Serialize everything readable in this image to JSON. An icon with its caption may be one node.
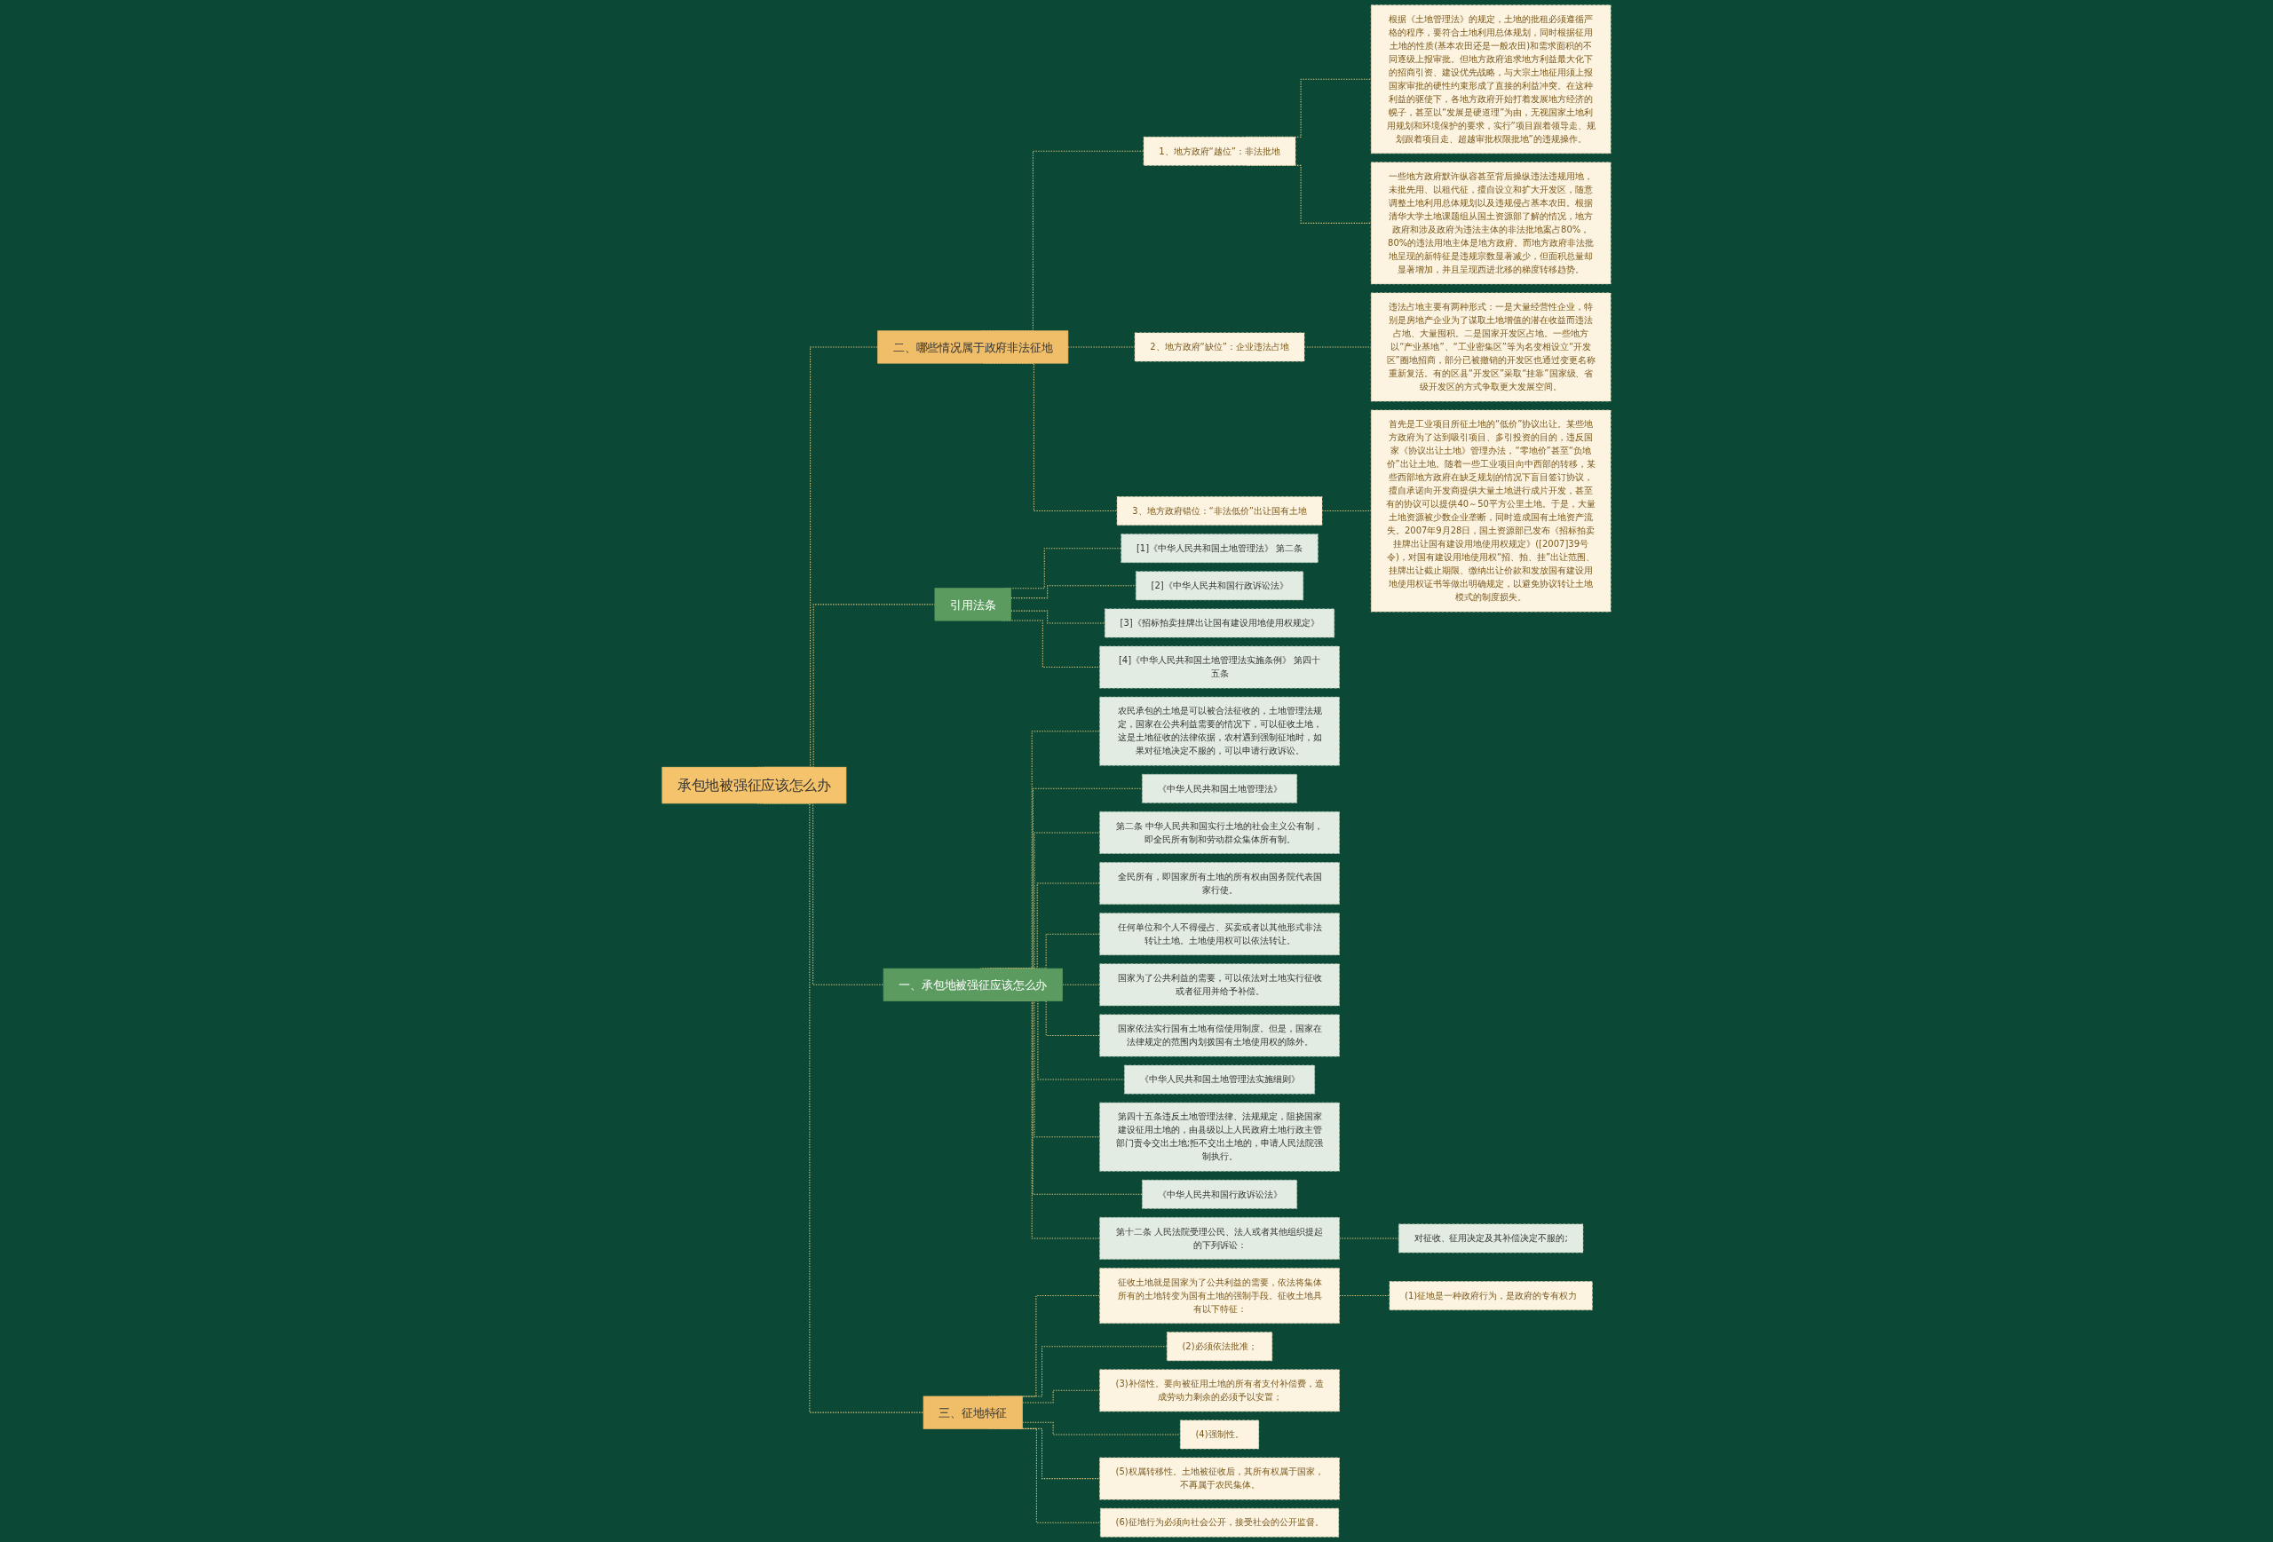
{
  "diagram": {
    "nodes": [
      {
        "text": [
          "承包地被强征应该怎么办"
        ]
      },
      {
        "text": [
          "二、哪些情况属于政府非法征地"
        ]
      },
      {
        "text": [
          "1、地方政府“越位”：非法批地"
        ]
      },
      {
        "text": [
          "根据《土地管理法》的规定，土地的批租必须遵循严格的程序，要符合土地利用总体规划，同时根据征用土地的性质(基本农田还是一般农田)和需求面积的不同逐级上报审批。但地方政府追求地方利益最大化下的招商引资、建设优先战略，与大宗土地征用须上报国家审批的硬性约束形成了直接的利益冲突。在这种利益的驱使下，各地方政府开始打着发展地方经济的幌子，甚至以“发展是硬道理”为由，无视国家土地利用规划和环境保护的要求，实行“项目跟着领导走、规划跟着项目走、超越审批权限批地”的违规操作。"
        ]
      },
      {
        "text": [
          "一些地方政府默许纵容甚至背后操纵违法违规用地，未批先用、以租代征，擅自设立和扩大开发区，随意调整土地利用总体规划以及违规侵占基本农田。根据清华大学土地课题组从国土资源部了解的情况，地方政府和涉及政府为违法主体的非法批地案占80%，80%的违法用地主体是地方政府。而地方政府非法批地呈现的新特征是违规宗数显著减少，但面积总量却显著增加，并且呈现西进北移的梯度转移趋势。"
        ]
      },
      {
        "text": [
          "2、地方政府“缺位”：企业违法占地"
        ]
      },
      {
        "text": [
          "违法占地主要有两种形式：一是大量经营性企业，特别是房地产企业为了谋取土地增值的潜在收益而违法占地、大量囤积。二是国家开发区占地。一些地方以“产业基地”、“工业密集区”等为名变相设立“开发区”圈地招商，部分已被撤销的开发区也通过变更名称重新复活。有的区县“开发区”采取“挂靠”国家级、省级开发区的方式争取更大发展空间。"
        ]
      },
      {
        "text": [
          "3、地方政府错位：“非法低价”出让国有土地"
        ]
      },
      {
        "text": [
          "首先是工业项目所征土地的“低价”协议出让。某些地方政府为了达到吸引项目、多引投资的目的，违反国家《协议出让土地》管理办法，“零地价”甚至“负地价”出让土地。随着一些工业项目向中西部的转移，某些西部地方政府在缺乏规划的情况下盲目签订协议，擅自承诺向开发商提供大量土地进行成片开发，甚至有的协议可以提供40～50平方公里土地。于是，大量土地资源被少数企业垄断，同时造成国有土地资产流失。2007年9月28日，国土资源部已发布《招标拍卖挂牌出让国有建设用地使用权规定》([2007]39号令)，对国有建设用地使用权“招、拍、挂”出让范围、挂牌出让截止期限、缴纳出让价款和发放国有建设用地使用权证书等做出明确规定，以避免协议转让土地模式的制度损失。"
        ]
      },
      {
        "text": [
          "引用法条"
        ]
      },
      {
        "text": [
          "[1]《中华人民共和国土地管理法》 第二条"
        ]
      },
      {
        "text": [
          "[2]《中华人民共和国行政诉讼法》"
        ]
      },
      {
        "text": [
          "[3]《招标拍卖挂牌出让国有建设用地使用权规定》"
        ]
      },
      {
        "text": [
          "[4]《中华人民共和国土地管理法实施条例》 第四十五条"
        ]
      },
      {
        "text": [
          "一、承包地被强征应该怎么办"
        ]
      },
      {
        "text": [
          "农民承包的土地是可以被合法征收的，土地管理法规定，国家在公共利益需要的情况下，可以征收土地，这是土地征收的法律依据，农村遇到强制征地时，如果对征地决定不服的，可以申请行政诉讼。"
        ]
      },
      {
        "text": [
          "《中华人民共和国土地管理法》"
        ]
      },
      {
        "text": [
          "第二条 中华人民共和国实行土地的社会主义公有制，即全民所有制和劳动群众集体所有制。"
        ]
      },
      {
        "text": [
          "全民所有，即国家所有土地的所有权由国务院代表国家行使。"
        ]
      },
      {
        "text": [
          "任何单位和个人不得侵占、买卖或者以其他形式非法转让土地。土地使用权可以依法转让。"
        ]
      },
      {
        "text": [
          "国家为了公共利益的需要，可以依法对土地实行征收或者征用并给予补偿。"
        ]
      },
      {
        "text": [
          "国家依法实行国有土地有偿使用制度。但是，国家在法律规定的范围内划拨国有土地使用权的除外。"
        ]
      },
      {
        "text": [
          "《中华人民共和国土地管理法实施细则》"
        ]
      },
      {
        "text": [
          "第四十五条违反土地管理法律、法规规定，阻挠国家建设征用土地的，由县级以上人民政府土地行政主管部门责令交出土地;拒不交出土地的，申请人民法院强制执行。"
        ]
      },
      {
        "text": [
          "《中华人民共和国行政诉讼法》"
        ]
      },
      {
        "text": [
          "第十二条 人民法院受理公民、法人或者其他组织提起的下列诉讼："
        ]
      },
      {
        "text": [
          "对征收、征用决定及其补偿决定不服的;"
        ]
      },
      {
        "text": [
          "三、征地特征"
        ]
      },
      {
        "text": [
          "征收土地就是国家为了公共利益的需要，依法将集体所有的土地转变为国有土地的强制手段。征收土地具有以下特征："
        ]
      },
      {
        "text": [
          "(1)征地是一种政府行为，是政府的专有权力"
        ]
      },
      {
        "text": [
          "(2)必须依法批准；"
        ]
      },
      {
        "text": [
          "(3)补偿性。要向被征用土地的所有者支付补偿费，造成劳动力剩余的必须予以安置；"
        ]
      },
      {
        "text": [
          "(4)强制性。"
        ]
      },
      {
        "text": [
          "(5)权属转移性。土地被征收后，其所有权属于国家，不再属于农民集体。"
        ]
      },
      {
        "text": [
          "(6)征地行为必须向社会公开，接受社会的公开监督。"
        ]
      }
    ],
    "edges": [
      {
        "from": 0,
        "to": 1,
        "arrow": "none",
        "style": "dashed"
      },
      {
        "from": 1,
        "to": 2,
        "arrow": "none",
        "style": "dashed"
      },
      {
        "from": 2,
        "to": 3,
        "arrow": "none",
        "style": "dashed"
      },
      {
        "from": 2,
        "to": 4,
        "arrow": "none",
        "style": "dashed"
      },
      {
        "from": 1,
        "to": 5,
        "arrow": "none",
        "style": "dashed"
      },
      {
        "from": 5,
        "to": 6,
        "arrow": "none",
        "style": "dashed"
      },
      {
        "from": 1,
        "to": 7,
        "arrow": "none",
        "style": "dashed"
      },
      {
        "from": 7,
        "to": 8,
        "arrow": "none",
        "style": "dashed"
      },
      {
        "from": 0,
        "to": 9,
        "arrow": "none",
        "style": "dashed"
      },
      {
        "from": 9,
        "to": 10,
        "arrow": "none",
        "style": "dashed"
      },
      {
        "from": 9,
        "to": 11,
        "arrow": "none",
        "style": "dashed"
      },
      {
        "from": 9,
        "to": 12,
        "arrow": "none",
        "style": "dashed"
      },
      {
        "from": 9,
        "to": 13,
        "arrow": "none",
        "style": "dashed"
      },
      {
        "from": 0,
        "to": 14,
        "arrow": "none",
        "style": "dashed"
      },
      {
        "from": 14,
        "to": 15,
        "arrow": "none",
        "style": "dashed"
      },
      {
        "from": 14,
        "to": 16,
        "arrow": "none",
        "style": "dashed"
      },
      {
        "from": 14,
        "to": 17,
        "arrow": "none",
        "style": "dashed"
      },
      {
        "from": 14,
        "to": 18,
        "arrow": "none",
        "style": "dashed"
      },
      {
        "from": 14,
        "to": 19,
        "arrow": "none",
        "style": "dashed"
      },
      {
        "from": 14,
        "to": 20,
        "arrow": "none",
        "style": "dashed"
      },
      {
        "from": 14,
        "to": 21,
        "arrow": "none",
        "style": "dashed"
      },
      {
        "from": 14,
        "to": 22,
        "arrow": "none",
        "style": "dashed"
      },
      {
        "from": 14,
        "to": 23,
        "arrow": "none",
        "style": "dashed"
      },
      {
        "from": 14,
        "to": 24,
        "arrow": "none",
        "style": "dashed"
      },
      {
        "from": 14,
        "to": 25,
        "arrow": "none",
        "style": "dashed"
      },
      {
        "from": 25,
        "to": 26,
        "arrow": "none",
        "style": "dashed"
      },
      {
        "from": 0,
        "to": 27,
        "arrow": "none",
        "style": "dashed"
      },
      {
        "from": 27,
        "to": 28,
        "arrow": "none",
        "style": "dashed"
      },
      {
        "from": 28,
        "to": 29,
        "arrow": "none",
        "style": "dashed"
      },
      {
        "from": 27,
        "to": 30,
        "arrow": "none",
        "style": "dashed"
      },
      {
        "from": 27,
        "to": 31,
        "arrow": "none",
        "style": "dashed"
      },
      {
        "from": 27,
        "to": 32,
        "arrow": "none",
        "style": "dashed"
      },
      {
        "from": 27,
        "to": 33,
        "arrow": "none",
        "style": "dashed"
      },
      {
        "from": 27,
        "to": 34,
        "arrow": "none",
        "style": "dashed"
      }
    ]
  }
}
